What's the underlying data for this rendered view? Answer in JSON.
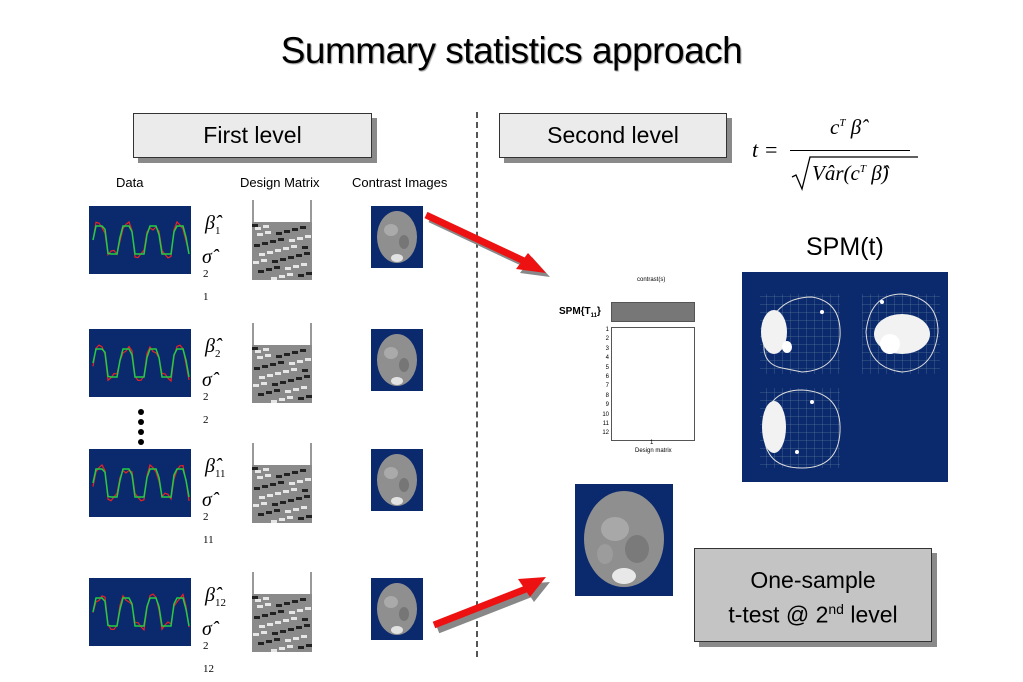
{
  "title": "Summary statistics approach",
  "boxes": {
    "first_level": "First level",
    "second_level": "Second level",
    "one_sample_line1": "One-sample",
    "one_sample_line2_pre": "t-test @ 2",
    "one_sample_sup": "nd",
    "one_sample_line2_post": " level"
  },
  "column_headers": {
    "data": "Data",
    "design_matrix": "Design Matrix",
    "contrast_images": "Contrast Images"
  },
  "subjects": [
    {
      "index": "1"
    },
    {
      "index": "2"
    },
    {
      "index": "11"
    },
    {
      "index": "12"
    }
  ],
  "ellipsis": "⋮",
  "spm_label": "SPM(t)",
  "design_panel": {
    "header": "contrast(s)",
    "spm_label": "SPM{T",
    "spm_sub": "11",
    "spm_close": "}",
    "rows": [
      "1",
      "2",
      "3",
      "4",
      "5",
      "6",
      "7",
      "8",
      "9",
      "10",
      "11",
      "12"
    ],
    "x_tick": "1",
    "xlabel": "Design matrix"
  },
  "formula": {
    "t": "t =",
    "numerator": "c",
    "sup_T": "T",
    "beta": "β̂",
    "denominator_pre": "Vâr(c",
    "denominator_post": "β̂)"
  },
  "colors": {
    "navy": "#0b2a6e",
    "arrow_red": "#ee1111",
    "arrow_shadow": "#888888"
  }
}
